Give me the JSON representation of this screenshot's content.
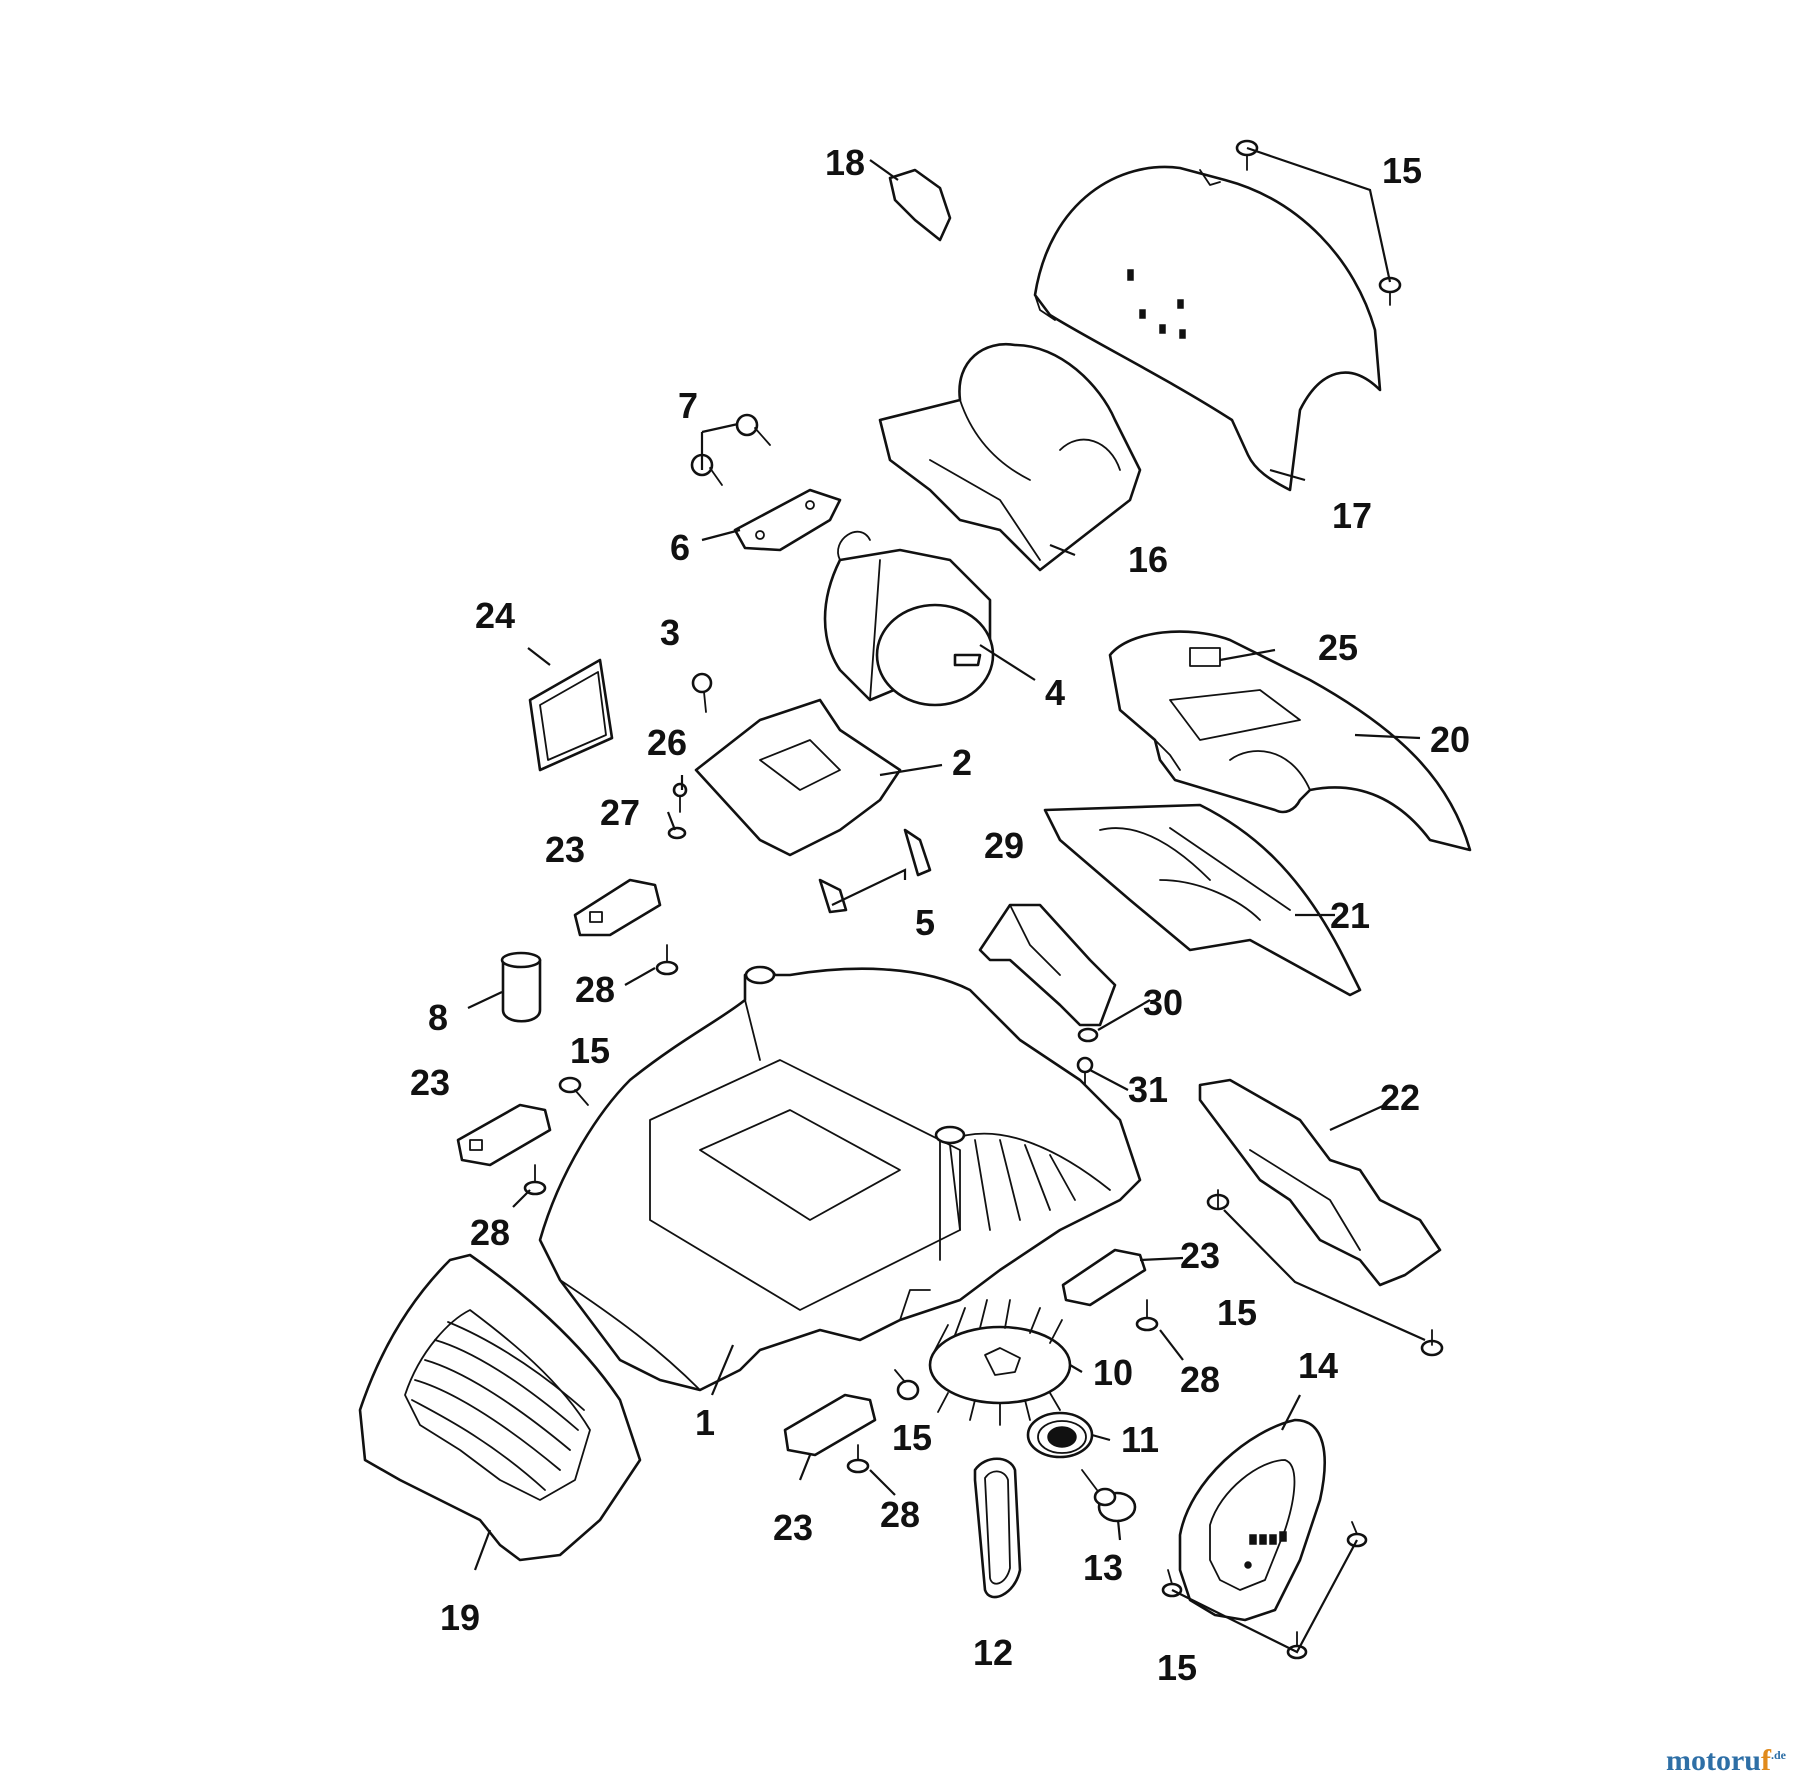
{
  "callouts": {
    "c1": "1",
    "c2": "2",
    "c3": "3",
    "c4": "4",
    "c5": "5",
    "c6": "6",
    "c7": "7",
    "c8": "8",
    "c10": "10",
    "c11": "11",
    "c12": "12",
    "c13": "13",
    "c14": "14",
    "c15a": "15",
    "c15b": "15",
    "c15c": "15",
    "c15d": "15",
    "c15e": "15",
    "c16": "16",
    "c17": "17",
    "c18": "18",
    "c19": "19",
    "c20": "20",
    "c21": "21",
    "c22": "22",
    "c23a": "23",
    "c23b": "23",
    "c23c": "23",
    "c23d": "23",
    "c24": "24",
    "c25": "25",
    "c26": "26",
    "c27": "27",
    "c28a": "28",
    "c28b": "28",
    "c28c": "28",
    "c28d": "28",
    "c29": "29",
    "c30": "30",
    "c31": "31"
  },
  "watermark": {
    "brand": "motoru",
    "accent": "f",
    "tld": ".de"
  },
  "colors": {
    "line": "#111111",
    "background": "#ffffff",
    "brand_blue": "#2e6fa6",
    "brand_orange": "#e08a1c"
  }
}
